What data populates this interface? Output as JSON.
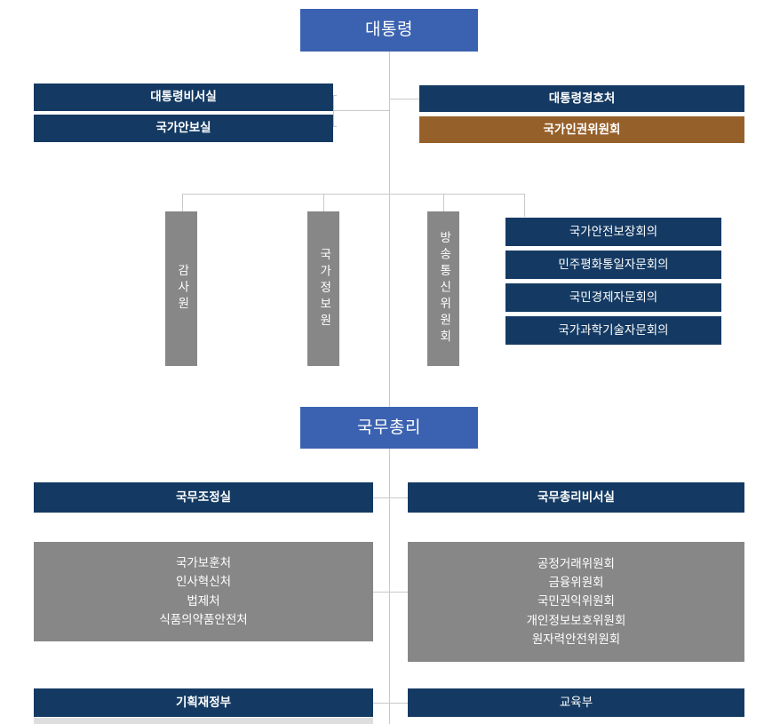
{
  "colors": {
    "primary_blue": "#3b62b0",
    "navy": "#143a63",
    "brown": "#96602a",
    "gray": "#878787",
    "line": "#c8c8c8",
    "strip": "#dedede",
    "text": "#ffffff"
  },
  "president": {
    "label": "대통령"
  },
  "president_offices": {
    "left": [
      {
        "label": "대통령비서실",
        "color": "navy"
      },
      {
        "label": "국가안보실",
        "color": "navy"
      }
    ],
    "right": [
      {
        "label": "대통령경호처",
        "color": "navy"
      },
      {
        "label": "국가인권위원회",
        "color": "brown"
      }
    ]
  },
  "independent_agencies": [
    {
      "label": "감사원"
    },
    {
      "label": "국가정보원"
    },
    {
      "label": "방송통신위원회"
    }
  ],
  "councils": [
    {
      "label": "국가안전보장회의"
    },
    {
      "label": "민주평화통일자문회의"
    },
    {
      "label": "국민경제자문회의"
    },
    {
      "label": "국가과학기술자문회의"
    }
  ],
  "prime_minister": {
    "label": "국무총리"
  },
  "pm_offices": {
    "left": {
      "label": "국무조정실"
    },
    "right": {
      "label": "국무총리비서실"
    }
  },
  "pm_agencies": {
    "left": [
      "국가보훈처",
      "인사혁신처",
      "법제처",
      "식품의약품안전처"
    ],
    "right": [
      "공정거래위원회",
      "금융위원회",
      "국민권익위원회",
      "개인정보보호위원회",
      "원자력안전위원회"
    ]
  },
  "ministries": [
    {
      "label": "기획재정부",
      "weight": "bold"
    },
    {
      "label": "교육부",
      "weight": "regular"
    }
  ]
}
